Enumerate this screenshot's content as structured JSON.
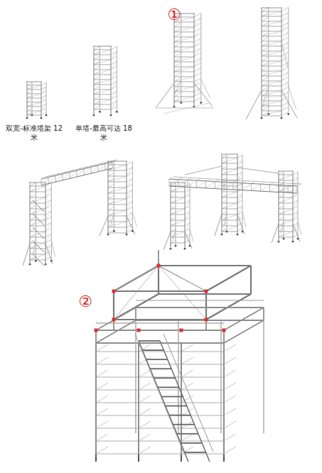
{
  "diagram": {
    "labels": [
      "①",
      "双宽-标准塔架 12 米",
      "单塔-最高可达 18 米",
      "②"
    ]
  }
}
